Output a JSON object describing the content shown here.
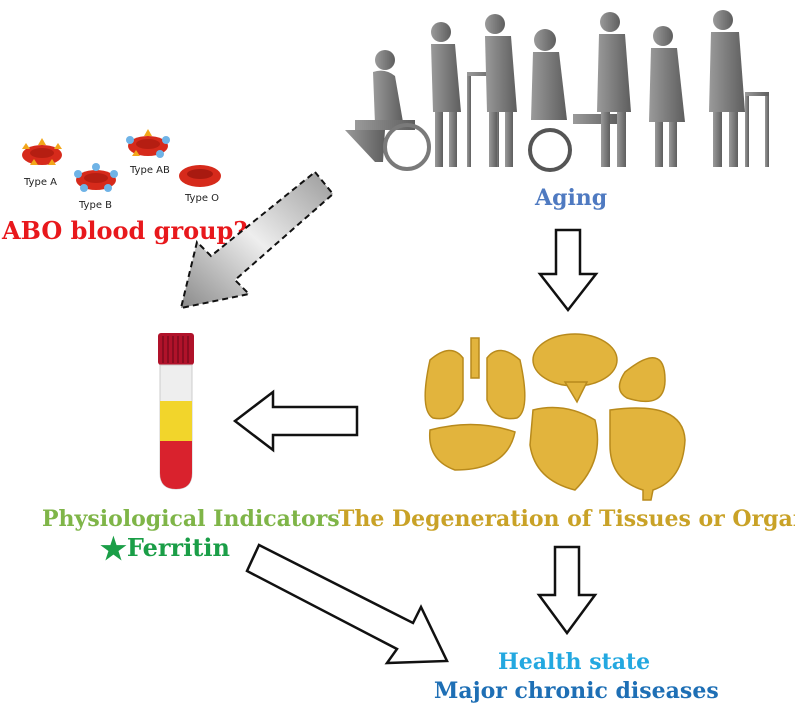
{
  "blood_types": {
    "type_a": "Type A",
    "type_b": "Type B",
    "type_ab": "Type AB",
    "type_o": "Type O"
  },
  "abo_question": "ABO blood group?",
  "aging_label": "Aging",
  "degeneration_label": "The Degeneration of Tissues or Organs",
  "physiological_label": "Physiological Indicators",
  "ferritin_label": "Ferritin",
  "ferritin_marker": "★",
  "health_state_label": "Health state",
  "chronic_label": "Major chronic diseases",
  "colors": {
    "abo_red": "#e8181c",
    "aging_blue": "#4f7ac1",
    "degeneration_gold": "#c9a227",
    "physiological_green": "#7fb548",
    "ferritin_green": "#1a9e47",
    "health_blue": "#23a8e0",
    "chronic_blue": "#1e6fb5"
  },
  "icons": [
    "red-blood-cell-icon",
    "elderly-silhouettes-icon",
    "blood-tube-icon",
    "organs-icon",
    "star-icon"
  ]
}
